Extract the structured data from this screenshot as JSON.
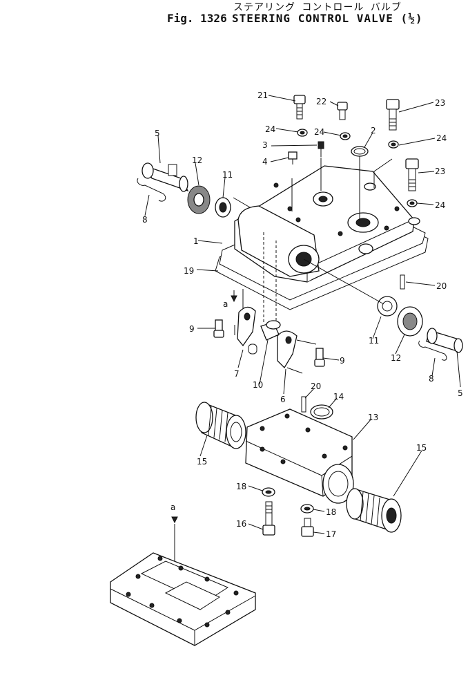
{
  "header": {
    "title_jp": "ステアリング コントロール バルブ",
    "fig_number": "Fig. 1326",
    "title_en": "STEERING CONTROL VALVE (½)"
  },
  "callouts": [
    "21",
    "22",
    "23",
    "24",
    "24",
    "2",
    "24",
    "3",
    "4",
    "23",
    "5",
    "12",
    "11",
    "24",
    "8",
    "1",
    "19",
    "20",
    "a",
    "9",
    "11",
    "12",
    "5",
    "8",
    "7",
    "10",
    "9",
    "6",
    "20",
    "14",
    "13",
    "15",
    "15",
    "18",
    "18",
    "16",
    "17",
    "a"
  ],
  "palette": {
    "ink": "#111111",
    "paper": "#ffffff",
    "shade": "#888888"
  }
}
